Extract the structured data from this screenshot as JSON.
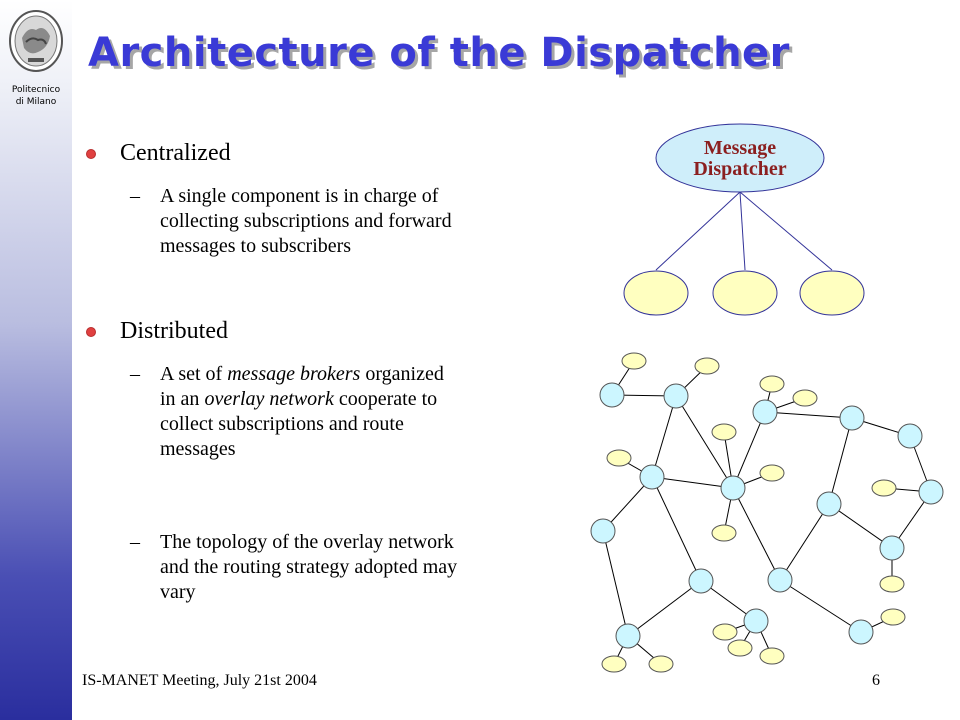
{
  "slide": {
    "title": "Architecture of the Dispatcher",
    "logo": {
      "line1": "Politecnico",
      "line2": "di Milano"
    },
    "bullets": [
      {
        "label": "Centralized",
        "subs": [
          {
            "parts": [
              "A single component is in charge of collecting subscriptions and forward messages to subscribers"
            ]
          }
        ]
      },
      {
        "label": "Distributed",
        "subs": [
          {
            "parts": [
              "A set of ",
              "message brokers",
              " organized in an ",
              "overlay network",
              " cooperate to collect subscriptions and route messages"
            ]
          },
          {
            "parts": [
              "The topology of the overlay network and the routing strategy adopted may vary"
            ]
          }
        ]
      }
    ],
    "dash": "–",
    "footer": "IS-MANET Meeting, July 21st 2004",
    "page_number": "6"
  },
  "diagram": {
    "dispatcher": {
      "line1": "Message",
      "line2": "Dispatcher"
    },
    "colors": {
      "dispatcher_fill": "#cfeefa",
      "dispatcher_text": "#8b1f1f",
      "client_fill": "#ffffc0",
      "broker_fill": "#ccf6ff",
      "edge": "#000000",
      "centralized_edge": "#333399",
      "title": "#3a3ad6",
      "bullet": "#e04040"
    }
  }
}
